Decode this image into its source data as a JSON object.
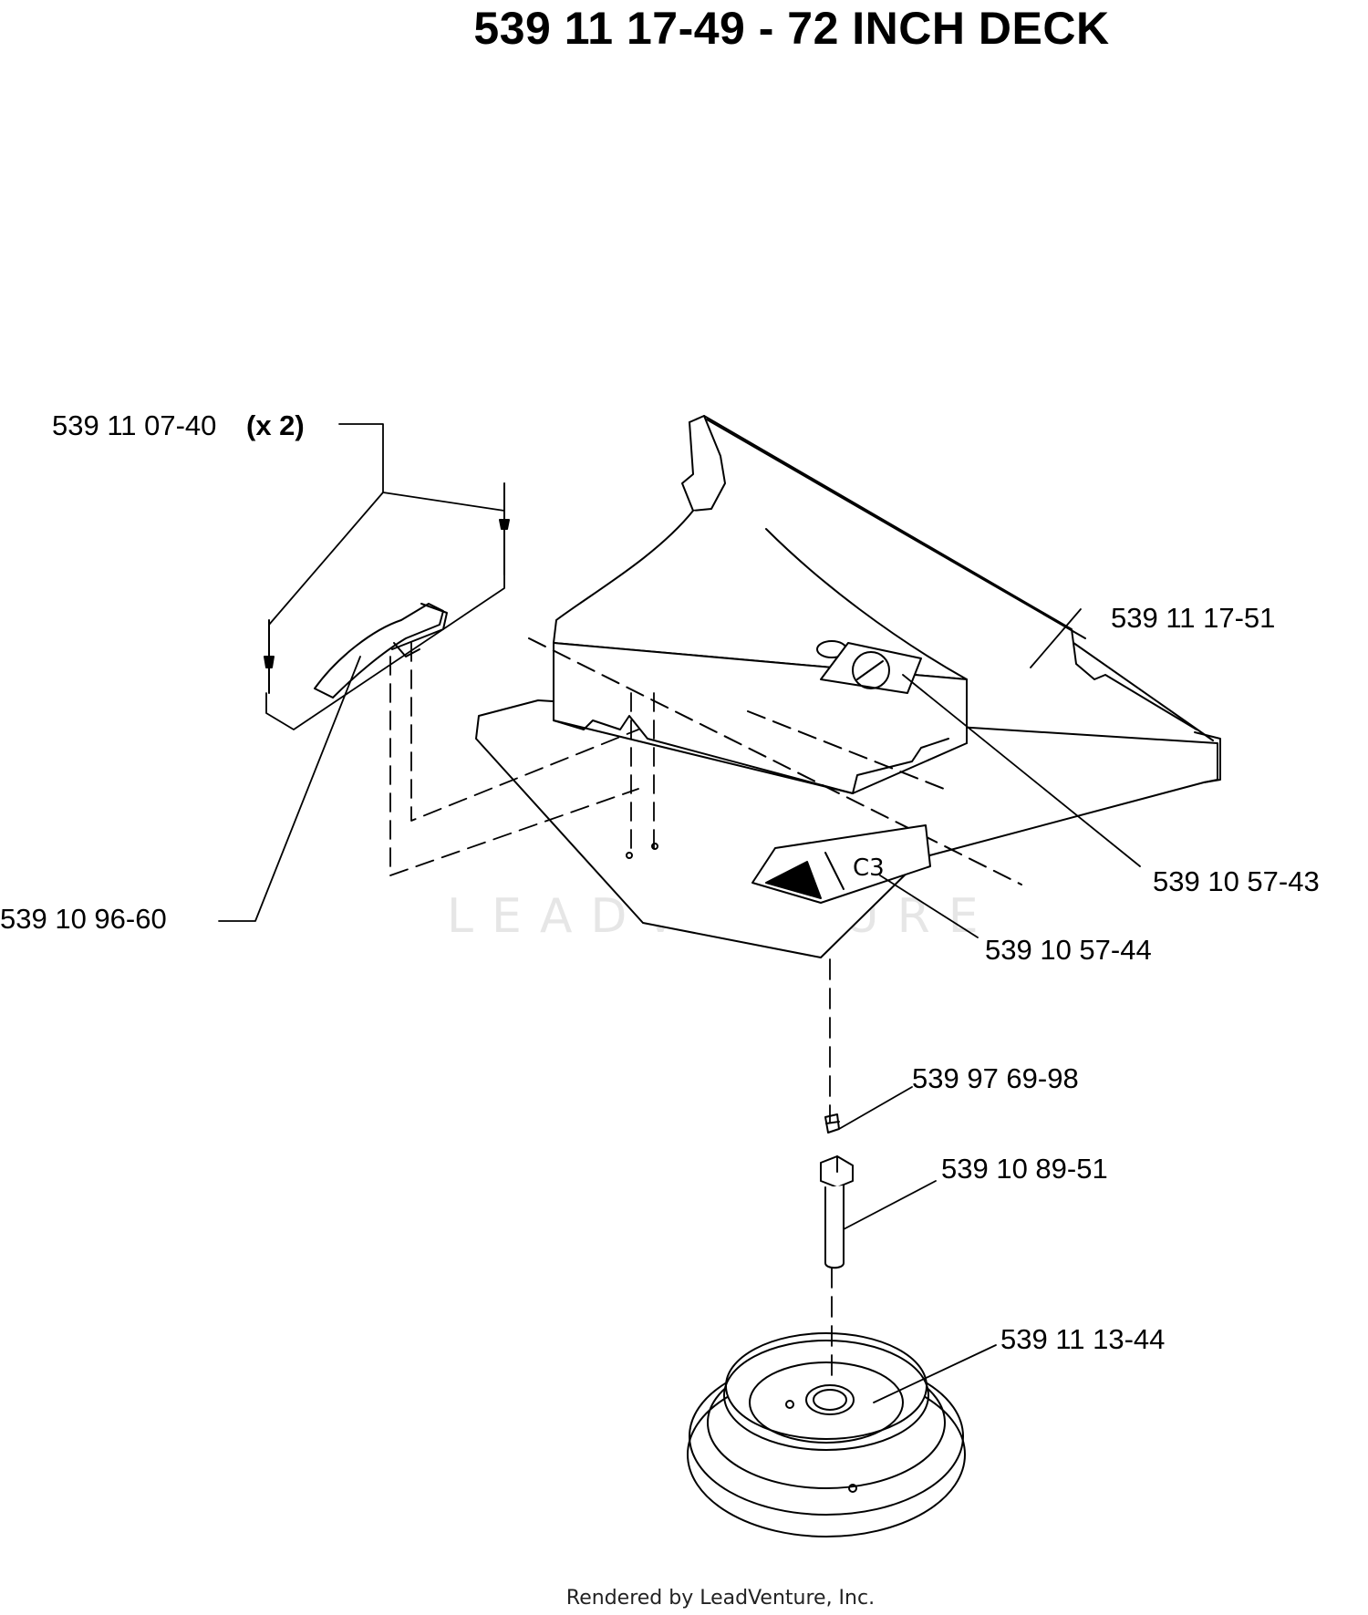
{
  "title": "539 11 17-49 - 72 INCH DECK",
  "footer": "Rendered by LeadVenture, Inc.",
  "watermark": "LEADVENTURE",
  "callouts": {
    "rivets": {
      "part": "539 11 07-40",
      "qty": "(x 2)"
    },
    "latch": "539 10 96-60",
    "shield": "539 11 17-51",
    "decal_top": "539 10 57-43",
    "decal_side": "539 10 57-44",
    "nut": "539 97 69-98",
    "bolt": "539 10 89-51",
    "pulley": "539 11 13-44"
  }
}
